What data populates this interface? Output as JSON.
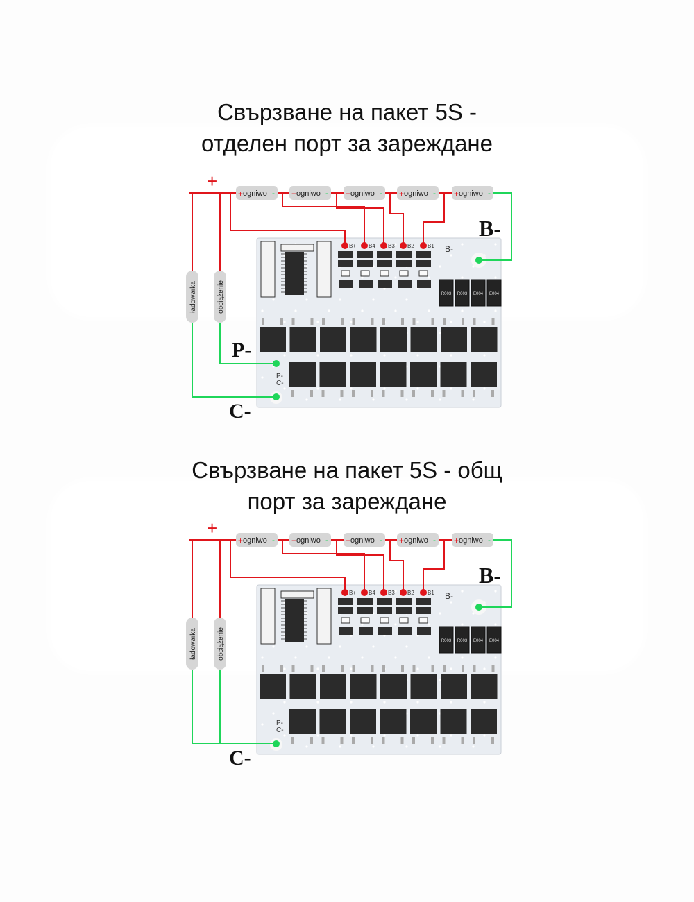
{
  "colors": {
    "wire_positive": "#e0151b",
    "wire_negative": "#1fd65a",
    "pcb": "#e9edf2",
    "mosfet": "#2b2b2b",
    "cell_label_bg": "#d6d6d6"
  },
  "diagrams": [
    {
      "title_line1": "Свързване на пакет 5S -",
      "title_line2": "отделен порт за зареждане",
      "plus_label": "+",
      "cells": [
        {
          "pos": "+",
          "name": "ogniwo",
          "neg": "-"
        },
        {
          "pos": "+",
          "name": "ogniwo",
          "neg": "-"
        },
        {
          "pos": "+",
          "name": "ogniwo",
          "neg": "-"
        },
        {
          "pos": "+",
          "name": "ogniwo",
          "neg": "-"
        },
        {
          "pos": "+",
          "name": "ogniwo",
          "neg": "-"
        }
      ],
      "pads": [
        "B+",
        "B4",
        "B3",
        "B2",
        "B1"
      ],
      "b_minus_label": "B-",
      "b_minus_silk": "B-",
      "p_minus_label": "P-",
      "c_minus_label": "C-",
      "silk_pc": [
        "P-",
        "C-"
      ],
      "charger_label": "ładowarka",
      "load_label": "obciążenie",
      "shunts": [
        "R003",
        "R003",
        "E004",
        "E004"
      ],
      "load_to": "P-"
    },
    {
      "title_line1": "Свързване на пакет 5S - общ",
      "title_line2": "порт за зареждане",
      "plus_label": "+",
      "cells": [
        {
          "pos": "+",
          "name": "ogniwo",
          "neg": "-"
        },
        {
          "pos": "+",
          "name": "ogniwo",
          "neg": "-"
        },
        {
          "pos": "+",
          "name": "ogniwo",
          "neg": "-"
        },
        {
          "pos": "+",
          "name": "ogniwo",
          "neg": "-"
        },
        {
          "pos": "+",
          "name": "ogniwo",
          "neg": "-"
        }
      ],
      "pads": [
        "B+",
        "B4",
        "B3",
        "B2",
        "B1"
      ],
      "b_minus_label": "B-",
      "b_minus_silk": "B-",
      "c_minus_label": "C-",
      "silk_pc": [
        "P-",
        "C-"
      ],
      "charger_label": "ładowarka",
      "load_label": "obciążenie",
      "shunts": [
        "R003",
        "R003",
        "E004",
        "E004"
      ],
      "load_to": "C-"
    }
  ]
}
